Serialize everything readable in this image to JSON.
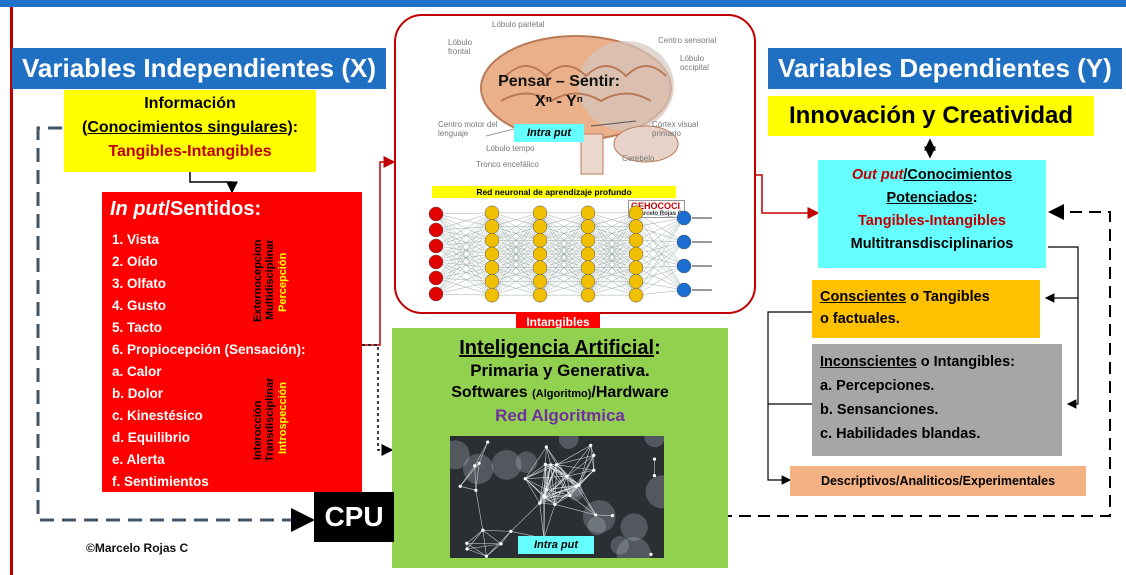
{
  "left_header": "Variables Independientes (X)",
  "right_header": "Variables Dependientes (Y)",
  "informacion": {
    "title": "Información",
    "subtitle_prefix": "(",
    "subtitle_underlined": "Conocimientos singulares",
    "subtitle_suffix": "):",
    "tangibles": "Tangibles-Intangibles"
  },
  "input": {
    "title_italic": "In put",
    "title_rest": "/Sentidos:",
    "items": [
      "1.    Vista",
      "2.    Oído",
      "3.    Olfato",
      "4.    Gusto",
      "5.    Tacto",
      "6.    Propiocepción (Sensación):",
      "a. Calor",
      "b. Dolor",
      "c. Kinestésico",
      "d. Equilibrio",
      "e. Alerta",
      "f.  Sentimientos"
    ],
    "vertical_1_white": "Externocepcion",
    "vertical_1_white2": "Multidisciplinar",
    "vertical_1_yellow": "Percepción",
    "vertical_2_white": "Interocción",
    "vertical_2_white2": "Transdisciplinar",
    "vertical_2_yellow": "Introspección"
  },
  "brain": {
    "title_line1": "Pensar – Sentir:",
    "title_line2": "Xⁿ - Yⁿ",
    "intra": "Intra put",
    "labels": [
      "Lóbulo parietal",
      "Lóbulo frontal",
      "Centro sensorial",
      "Lóbulo occipital",
      "Córtex visual primario",
      "Centro motor del lenguaje",
      "Lóbulo tempo",
      "Cerebelo",
      "Tronco encefálico"
    ],
    "nn_title": "Red neuronal de aprendizaje profundo",
    "logo": "GEHOCOCI",
    "logo_sub": "©Marcelo Rojas C"
  },
  "intangibles_label": "Intangibles",
  "ai": {
    "title": "Inteligencia Artificial",
    "title_suffix": ":",
    "line2": "Primaria y Generativa.",
    "line3_a": "Softwares",
    "line3_b": "(Algoritmo)",
    "line3_c": "/Hardware",
    "line4": "Red Algoritmica",
    "intra": "Intra put"
  },
  "cpu": "CPU",
  "copyright": "©Marcelo Rojas C",
  "innovacion": "Innovación y Creatividad",
  "output": {
    "line1_italic": "Out put",
    "line1_rest": "/Conocimientos",
    "line2": "Potenciados",
    "line2_suffix": ":",
    "line3": "Tangibles-Intangibles",
    "line4": "Multitransdisciplinarios"
  },
  "conscientes": {
    "underlined": "Conscientes",
    "rest": " o Tangibles",
    "line2": "o factuales."
  },
  "inconscientes": {
    "underlined": "Inconscientes",
    "rest": " o Intangibles:",
    "items": [
      "a. Percepciones.",
      "b. Sensanciones.",
      "c. Habilidades blandas."
    ]
  },
  "descriptivos": "Descriptivos/Analiticos/Experimentales",
  "colors": {
    "header_blue": "#1f6fc2",
    "yellow": "#ffff00",
    "red": "#ff0000",
    "green": "#92d050",
    "cyan": "#66ffff",
    "orange": "#ffc000",
    "gray": "#a6a6a6",
    "peach": "#f4b183"
  }
}
